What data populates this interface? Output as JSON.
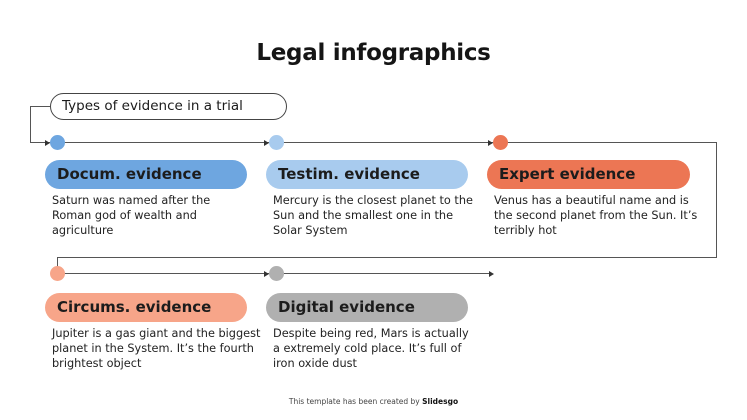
{
  "title": "Legal infographics",
  "header_pill": "Types of evidence in a trial",
  "colors": {
    "docum": "#6ea6e0",
    "testim": "#a8cbee",
    "expert": "#ec7654",
    "circums": "#f7a589",
    "digital": "#b0b0b0",
    "line": "#555555"
  },
  "row1": [
    {
      "label": "Docum. evidence",
      "desc": "Saturn was named after the Roman god of wealth and agriculture"
    },
    {
      "label": "Testim. evidence",
      "desc": "Mercury is the closest planet to the Sun and the smallest one in the Solar System"
    },
    {
      "label": "Expert evidence",
      "desc": "Venus has a beautiful name and is the second planet from the Sun. It’s terribly hot"
    }
  ],
  "row2": [
    {
      "label": "Circums. evidence",
      "desc": "Jupiter is a gas giant and the biggest planet in the System. It’s the fourth brightest object"
    },
    {
      "label": "Digital evidence",
      "desc": "Despite being red, Mars is actually a extremely cold place. It’s full of iron oxide dust"
    }
  ],
  "footer": {
    "text": "This template has been created by ",
    "brand": "Slidesgo"
  }
}
